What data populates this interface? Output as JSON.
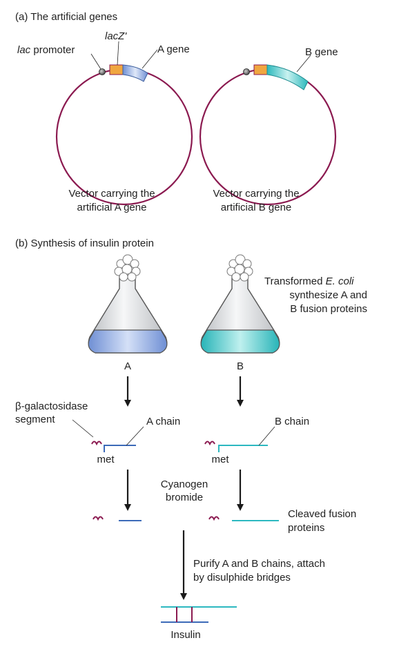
{
  "part_a": {
    "heading": "(a)  The artificial genes",
    "labels": {
      "lac_promoter_italic": "lac",
      "lac_promoter_rest": " promoter",
      "lacz": "lacZ'",
      "a_gene": "A gene",
      "b_gene": "B gene"
    },
    "vector_a_caption": [
      "Vector carrying the",
      "artificial A gene"
    ],
    "vector_b_caption": [
      "Vector carrying the",
      "artificial B gene"
    ]
  },
  "part_b": {
    "heading": "(b)  Synthesis of insulin protein",
    "flask_a_label": "A",
    "flask_b_label": "B",
    "transformed_label": [
      "Transformed ",
      "E. coli",
      "synthesize A and",
      "B fusion proteins"
    ],
    "beta_gal_label": [
      "β-galactosidase",
      "segment"
    ],
    "a_chain_label": "A chain",
    "b_chain_label": "B chain",
    "met_label": "met",
    "cyanogen_label": [
      "Cyanogen",
      "bromide"
    ],
    "cleaved_label": [
      "Cleaved fusion",
      "proteins"
    ],
    "purify_label": [
      "Purify A and B chains, attach",
      "by disulphide bridges"
    ],
    "insulin_label": "Insulin"
  },
  "colors": {
    "plasmid": "#8b1a50",
    "lacz": "#f0a640",
    "a_gene": "#8aa8e0",
    "b_gene": "#3bbcc0",
    "a_chain": "#3c6ab8",
    "b_chain": "#2cb8c0",
    "beta_gal": "#8b1a50",
    "disulphide": "#8b1a50",
    "arrow": "#1a1a1a"
  }
}
